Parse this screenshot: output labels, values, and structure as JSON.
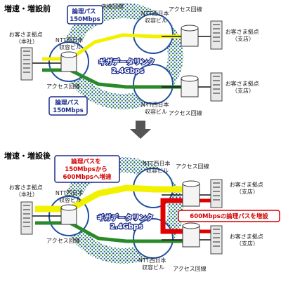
{
  "before": {
    "title": "増速・増設前",
    "logical_path_top": [
      "論理パス",
      "150Mbps"
    ],
    "logical_path_bottom": [
      "論理パス",
      "150Mbps"
    ],
    "relay_line": "中継回線",
    "ntt_top": [
      "NTT西日本",
      "収容ビル"
    ],
    "ntt_left": [
      "NTT西日本",
      "収容ビル"
    ],
    "ntt_bottom": [
      "NTT西日本",
      "収容ビル"
    ],
    "ring": [
      "ギガデータリンク",
      "2.4Gbps"
    ],
    "hq": [
      "お客さま拠点",
      "（本社）"
    ],
    "branch_top": [
      "お客さま拠点",
      "（支店）"
    ],
    "branch_bottom": [
      "お客さま拠点",
      "（支店）"
    ],
    "access_top": "アクセス回線",
    "access_left": "アクセス回線",
    "access_bottom": "アクセス回線"
  },
  "after": {
    "title": "増速・増設後",
    "callout_speed": [
      "論理パスを",
      "150Mbpsから",
      "600Mbpsへ増速"
    ],
    "callout_add": "600Mbpsの論理パスを増設",
    "ntt_top": [
      "NTT西日本",
      "収容ビル"
    ],
    "ntt_left": [
      "NTT西日本",
      "収容ビル"
    ],
    "ntt_bottom": [
      "NTT西日本",
      "収容ビル"
    ],
    "ring": [
      "ギガデータリンク",
      "2.4Gbps"
    ],
    "hq": [
      "お客さま拠点",
      "（本社）"
    ],
    "branch_top": [
      "お客さま拠点",
      "（支店）"
    ],
    "branch_bottom": [
      "お客さま拠点",
      "（支店）"
    ],
    "access_top": "アクセス回線",
    "access_left": "アクセス回線",
    "access_bottom": "アクセス回線"
  },
  "colors": {
    "ring_blue": "#1f4fa0",
    "ring_green": "#1f8a3c",
    "path_yellow": "#f2f200",
    "path_green": "#2a8a2a",
    "path_red": "#e00000",
    "cable": "#111111",
    "arrow": "#555555",
    "callout_border": "#1a2a8a",
    "callout_red_border": "#d40000"
  }
}
